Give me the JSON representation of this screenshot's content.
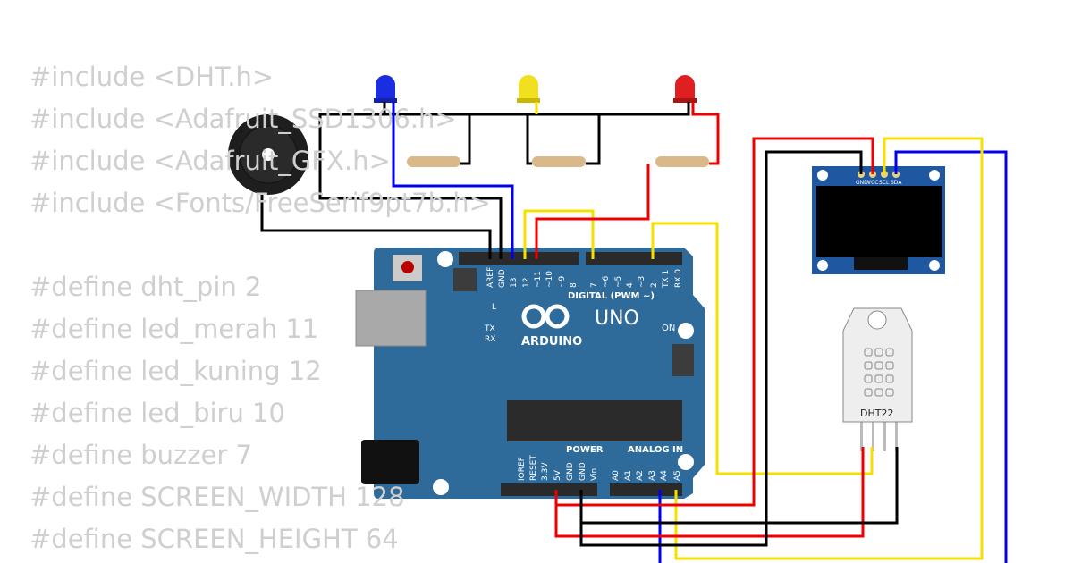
{
  "code_lines": [
    "#include <DHT.h>",
    "#include <Adafruit_SSD1306.h>",
    "#include <Adafruit_GFX.h>",
    "#include <Fonts/FreeSerif9pt7b.h>",
    "",
    "#define dht_pin 2",
    "#define led_merah 11",
    "#define led_kuning 12",
    "#define led_biru 10",
    "#define buzzer 7",
    "#define SCREEN_WIDTH 128",
    "#define SCREEN_HEIGHT 64"
  ],
  "arduino": {
    "brand": "ARDUINO",
    "model": "UNO",
    "digital_label": "DIGITAL (PWM ~)",
    "power_label": "POWER",
    "analog_label": "ANALOG IN",
    "on_label": "ON",
    "l_label": "L",
    "tx_label": "TX",
    "rx_label": "RX",
    "top_pins": [
      "AREF",
      "GND",
      "13",
      "12",
      "~11",
      "~10",
      "~9",
      "8",
      "7",
      "~6",
      "~5",
      "4",
      "~3",
      "2",
      "TX 1",
      "RX 0"
    ],
    "bottom_pins": [
      "IOREF",
      "RESET",
      "3.3V",
      "5V",
      "GND",
      "GND",
      "Vin",
      "A0",
      "A1",
      "A2",
      "A3",
      "A4",
      "A5"
    ]
  },
  "oled": {
    "pins": [
      "GND",
      "VCC",
      "SCL",
      "SDA"
    ]
  },
  "dht": {
    "label": "DHT22"
  },
  "leds": {
    "colors": [
      "#1b2de0",
      "#f0e020",
      "#e02020"
    ]
  },
  "wire_colors": {
    "black": "#000000",
    "red": "#ee0000",
    "yellow": "#f5e000",
    "blue": "#0000ee"
  }
}
